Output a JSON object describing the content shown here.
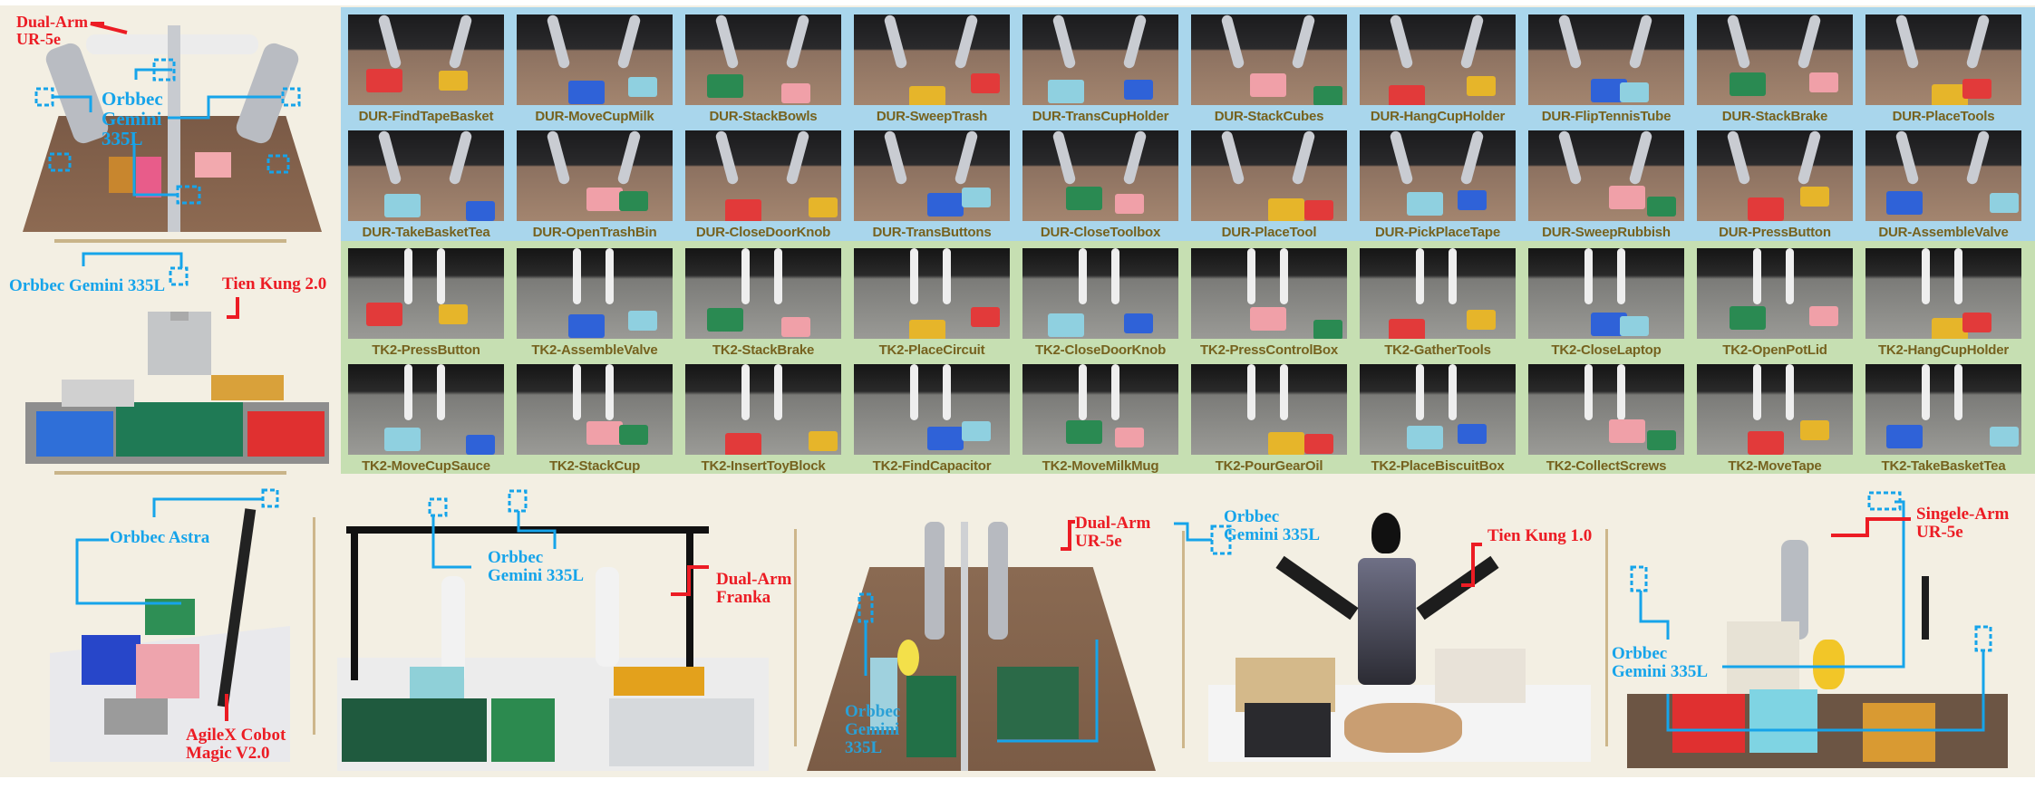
{
  "figure": {
    "dur_tasks": [
      "DUR-FindTapeBasket",
      "DUR-MoveCupMilk",
      "DUR-StackBowls",
      "DUR-SweepTrash",
      "DUR-TransCupHolder",
      "DUR-StackCubes",
      "DUR-HangCupHolder",
      "DUR-FlipTennisTube",
      "DUR-StackBrake",
      "DUR-PlaceTools",
      "DUR-TakeBasketTea",
      "DUR-OpenTrashBin",
      "DUR-CloseDoorKnob",
      "DUR-TransButtons",
      "DUR-CloseToolbox",
      "DUR-PlaceTool",
      "DUR-PickPlaceTape",
      "DUR-SweepRubbish",
      "DUR-PressButton",
      "DUR-AssembleValve"
    ],
    "tk2_tasks": [
      "TK2-PressButton",
      "TK2-AssembleValve",
      "TK2-StackBrake",
      "TK2-PlaceCircuit",
      "TK2-CloseDoorKnob",
      "TK2-PressControlBox",
      "TK2-GatherTools",
      "TK2-CloseLaptop",
      "TK2-OpenPotLid",
      "TK2-HangCupHolder",
      "TK2-MoveCupSauce",
      "TK2-StackCup",
      "TK2-InsertToyBlock",
      "TK2-FindCapacitor",
      "TK2-MoveMilkMug",
      "TK2-PourGearOil",
      "TK2-PlaceBiscuitBox",
      "TK2-CollectScrews",
      "TK2-MoveTape",
      "TK2-TakeBasketTea"
    ],
    "setups": {
      "dur_top": {
        "robot": [
          "Dual-Arm",
          "UR-5e"
        ],
        "camera": [
          "Orbbec",
          "Gemini",
          "335L"
        ]
      },
      "tk2": {
        "robot": "Tien Kung 2.0",
        "camera": "Orbbec Gemini 335L"
      },
      "agilex": {
        "robot": [
          "AgileX Cobot",
          "Magic V2.0"
        ],
        "camera": "Orbbec Astra"
      },
      "franka": {
        "robot": [
          "Dual-Arm",
          "Franka"
        ],
        "camera": [
          "Orbbec",
          "Gemini 335L"
        ]
      },
      "ur_bottom": {
        "robot": [
          "Dual-Arm",
          "UR-5e"
        ],
        "camera": [
          "Orbbec",
          "Gemini",
          "335L"
        ]
      },
      "tk1": {
        "robot": "Tien Kung 1.0",
        "camera": [
          "Orbbec",
          "Gemini 335L"
        ]
      },
      "single": {
        "robot": [
          "Singele-Arm",
          "UR-5e"
        ],
        "camera": [
          "Orbbec",
          "Gemini 335L"
        ]
      }
    },
    "colors": {
      "camera": "#16a4ea",
      "robot": "#ec1c24",
      "dur_panel": "#a9d6ec",
      "tk2_panel": "#c6dfb2",
      "label": "#76621f"
    }
  }
}
